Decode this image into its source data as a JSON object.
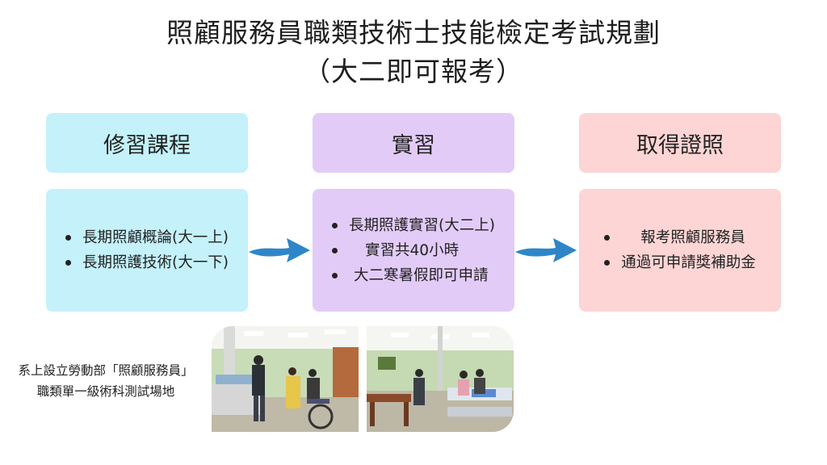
{
  "title": {
    "line1": "照顧服務員職類技術士技能檢定考試規劃",
    "line2": "（大二即可報考）"
  },
  "columns": [
    {
      "header": "修習課程",
      "color": "#c4f1fa",
      "items": [
        "長期照顧概論(大一上)",
        "長期照護技術(大一下)"
      ]
    },
    {
      "header": "實習",
      "color": "#e3cbf8",
      "items": [
        "長期照護實習(大二上)",
        "實習共40小時",
        "大二寒暑假即可申請"
      ]
    },
    {
      "header": "取得證照",
      "color": "#fdd5d5",
      "items": [
        "報考照顧服務員",
        "通過可申請獎補助金"
      ]
    }
  ],
  "arrow_color": "#2e86c8",
  "caption": {
    "line1": "系上設立勞動部「照顧服務員」",
    "line2": "職類單一級術科測試場地"
  },
  "photos": [
    "classroom-photo-wheelchair-training",
    "classroom-photo-bed-care-training"
  ]
}
